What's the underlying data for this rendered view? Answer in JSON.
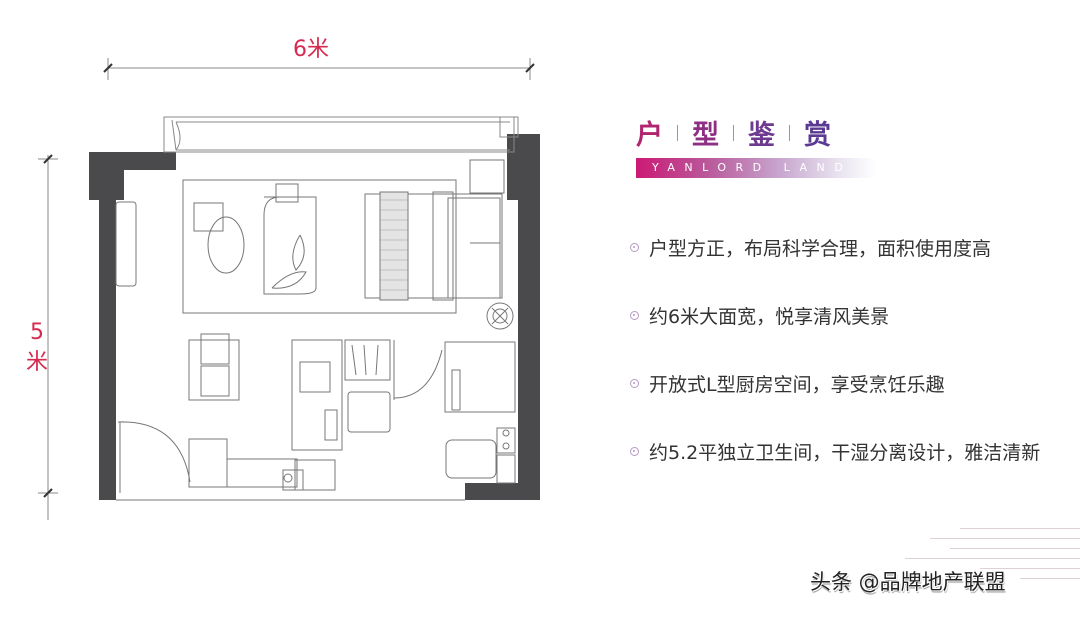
{
  "floorplan": {
    "width_label": "6米",
    "height_number": "5",
    "height_unit": "米",
    "wall_color": "#4a4a4c",
    "line_color": "#7a7a7a",
    "dimension_color": "#d6294f"
  },
  "header": {
    "title_chars": [
      "户",
      "型",
      "鉴",
      "赏"
    ],
    "brand_text": "YANLORD LAND",
    "brand_gradient": [
      "#cc1a74",
      "#b9599b",
      "#c8a6cf",
      "#e9e4f0"
    ]
  },
  "features": [
    {
      "text": "户型方正，布局科学合理，面积使用度高"
    },
    {
      "text": "约6米大面宽，悦享清风美景"
    },
    {
      "text": "开放式L型厨房空间，享受烹饪乐趣"
    },
    {
      "text": "约5.2平独立卫生间，干湿分离设计，雅洁清新"
    }
  ],
  "watermark": {
    "text": "头条 @品牌地产联盟"
  }
}
